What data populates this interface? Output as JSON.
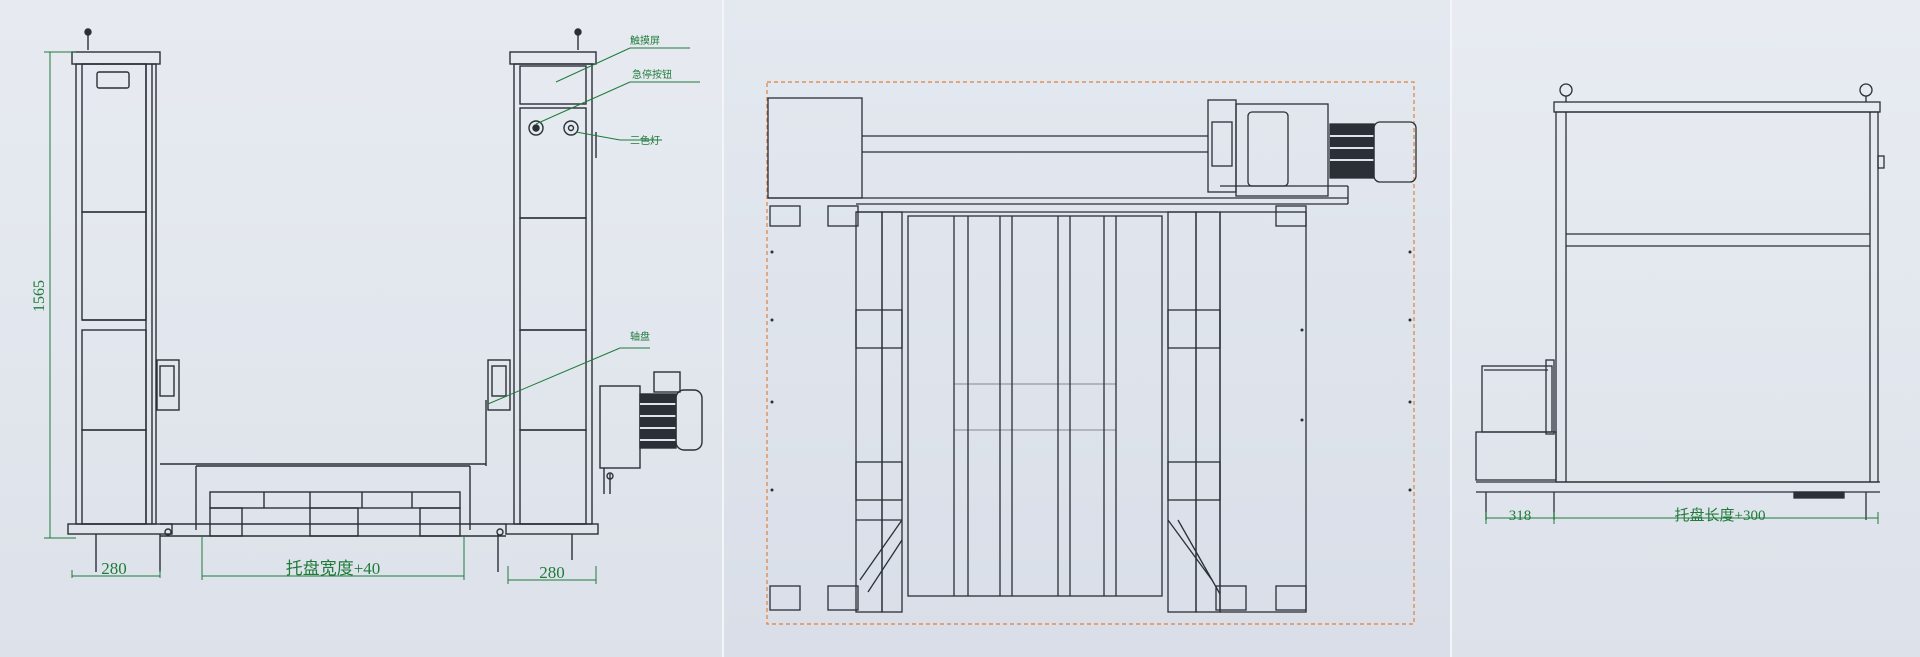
{
  "front_view": {
    "height_dim": "1565",
    "left_width_dim": "280",
    "tray_width_dim": "托盘宽度+40",
    "right_width_dim": "280",
    "callouts": [
      "触摸屏",
      "急停按钮",
      "三色灯",
      "轴盘"
    ]
  },
  "top_view": {},
  "side_view": {
    "left_dim": "318",
    "tray_length_dim": "托盘长度+300"
  },
  "colors": {
    "line": "#2b2f36",
    "dimension": "#1e7b3a",
    "boundary": "#e0813a",
    "background": "#dfe4ec"
  }
}
